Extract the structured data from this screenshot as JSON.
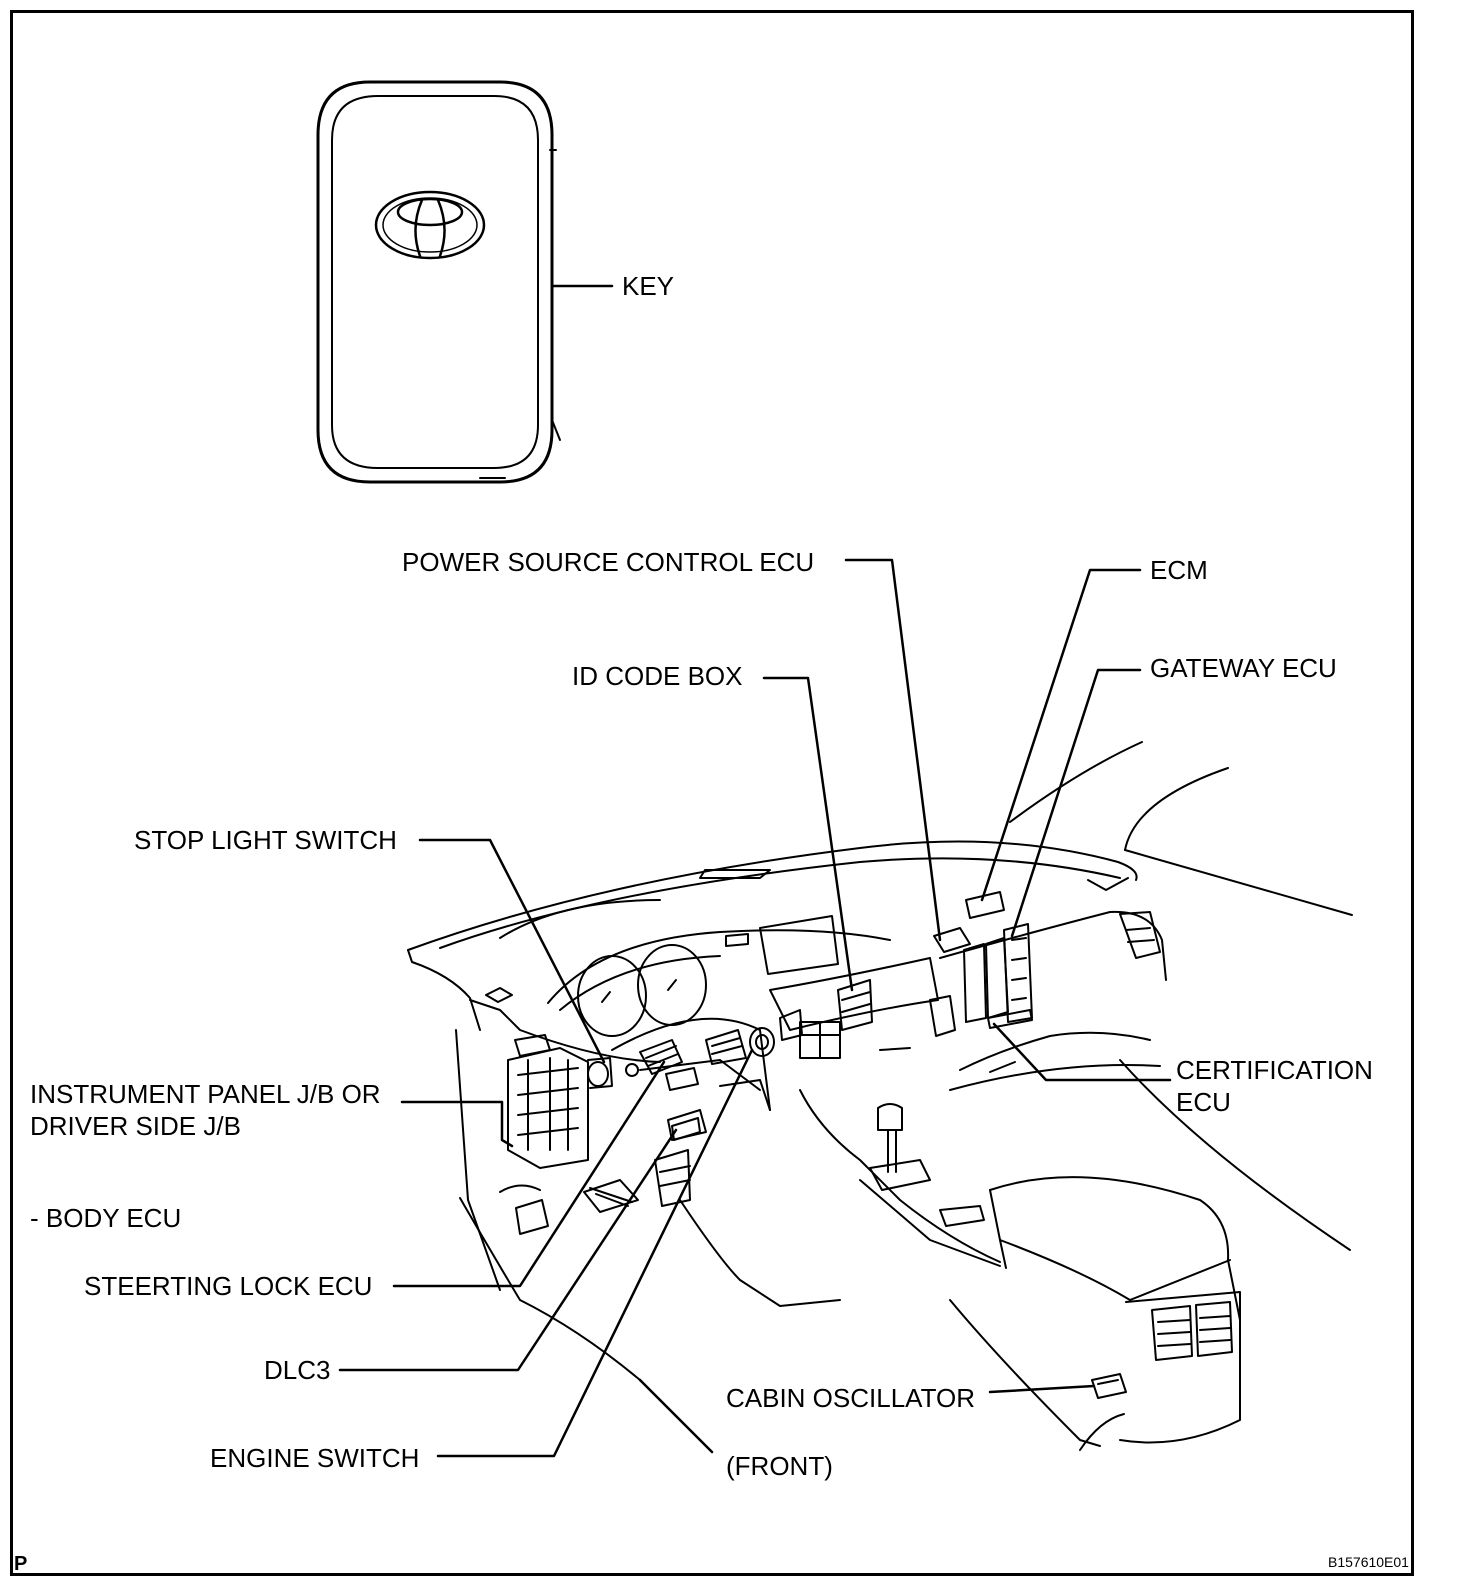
{
  "labels": {
    "key": "KEY",
    "power_source_control_ecu": "POWER SOURCE CONTROL ECU",
    "ecm": "ECM",
    "gateway_ecu": "GATEWAY ECU",
    "id_code_box": "ID CODE BOX",
    "stop_light_switch": "STOP LIGHT SWITCH",
    "instrument_panel_jb_line1": "INSTRUMENT PANEL J/B OR",
    "instrument_panel_jb_line2": "DRIVER SIDE J/B",
    "body_ecu": "- BODY ECU",
    "certification_ecu_line1": "CERTIFICATION",
    "certification_ecu_line2": "ECU",
    "steering_lock_ecu": "STEERTING LOCK ECU",
    "dlc3": "DLC3",
    "cabin_oscillator": "CABIN OSCILLATOR",
    "engine_switch": "ENGINE SWITCH",
    "front": "(FRONT)"
  },
  "corner_mark": "P",
  "figure_code": "B157610E01"
}
